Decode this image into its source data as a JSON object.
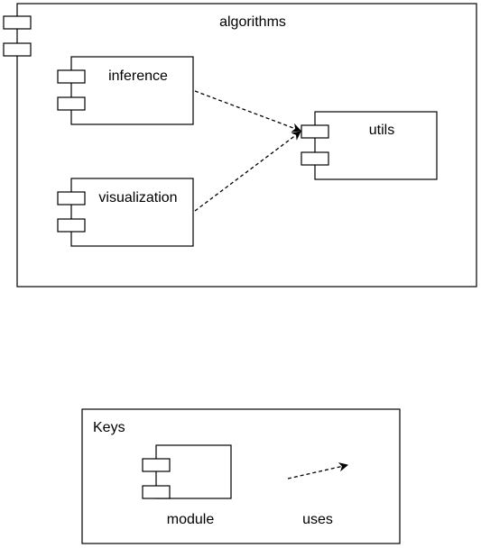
{
  "diagram": {
    "package": {
      "label": "algorithms"
    },
    "components": {
      "inference": {
        "label": "inference"
      },
      "visualization": {
        "label": "visualization"
      },
      "utils": {
        "label": "utils"
      }
    },
    "relations": [
      {
        "from": "inference",
        "to": "utils",
        "kind": "uses"
      },
      {
        "from": "visualization",
        "to": "utils",
        "kind": "uses"
      }
    ]
  },
  "keys": {
    "title": "Keys",
    "module_label": "module",
    "uses_label": "uses"
  }
}
